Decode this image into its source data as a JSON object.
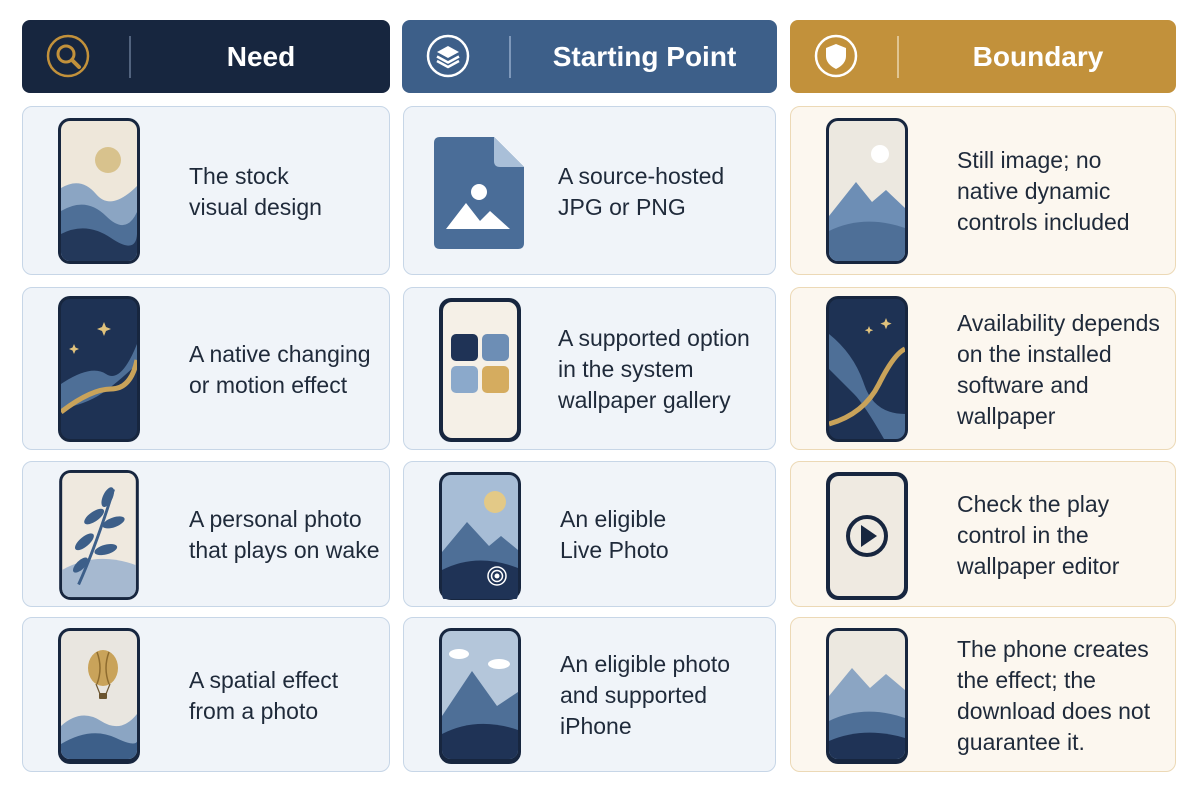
{
  "colors": {
    "navy": "#17263f",
    "blue": "#3d5f89",
    "gold": "#c2913b",
    "card_blue": "#f0f4f9",
    "card_cream": "#fcf7ef"
  },
  "columns": [
    {
      "title": "Need",
      "icon": "search-icon",
      "rows": [
        [
          "The stock",
          "visual design"
        ],
        [
          "A native changing",
          "or motion effect"
        ],
        [
          "A personal photo",
          "that plays on wake"
        ],
        [
          "A spatial effect",
          "from a photo"
        ]
      ]
    },
    {
      "title": "Starting Point",
      "icon": "layers-icon",
      "rows": [
        [
          "A source-hosted",
          "JPG or PNG"
        ],
        [
          "A supported option",
          "in the system",
          "wallpaper gallery"
        ],
        [
          "An eligible",
          "Live Photo"
        ],
        [
          "An eligible photo",
          "and supported",
          "iPhone"
        ]
      ]
    },
    {
      "title": "Boundary",
      "icon": "shield-icon",
      "rows": [
        [
          "Still image; no",
          "native dynamic",
          "controls included"
        ],
        [
          "Availability depends",
          "on the installed",
          "software and",
          "wallpaper"
        ],
        [
          "Check the play",
          "control in the",
          "wallpaper editor"
        ],
        [
          "The phone creates",
          "the effect; the",
          "download does not",
          "guarantee it."
        ]
      ]
    }
  ]
}
